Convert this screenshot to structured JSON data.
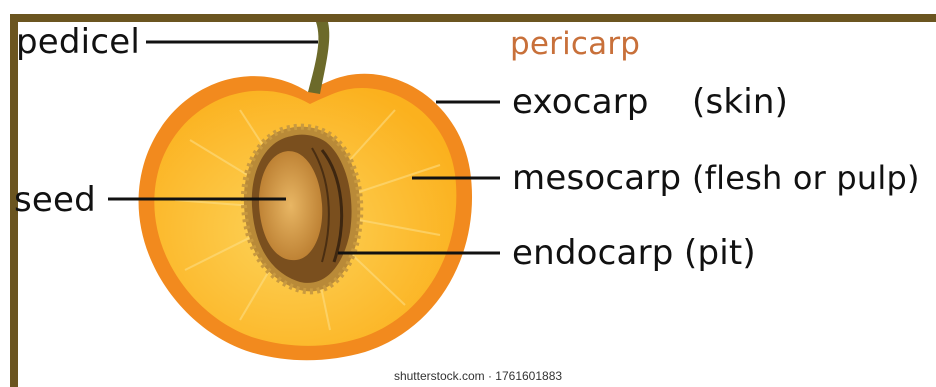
{
  "labels": {
    "pedicel": "pedicel",
    "pericarp": "pericarp",
    "exocarp": "exocarp",
    "exocarp_note": "(skin)",
    "mesocarp": "mesocarp",
    "mesocarp_note": "(flesh or pulp)",
    "endocarp": "endocarp",
    "endocarp_note": "(pit)",
    "seed": "seed"
  },
  "watermark": "shutterstock.com · 1761601883",
  "colors": {
    "frame": "#6b5520",
    "skin": "#f28a1e",
    "flesh": "#fbb928",
    "stone": "#7a4f1e",
    "seed": "#c98a3a",
    "pericarp_text": "#c8703a",
    "stem": "#6c6a2a"
  }
}
